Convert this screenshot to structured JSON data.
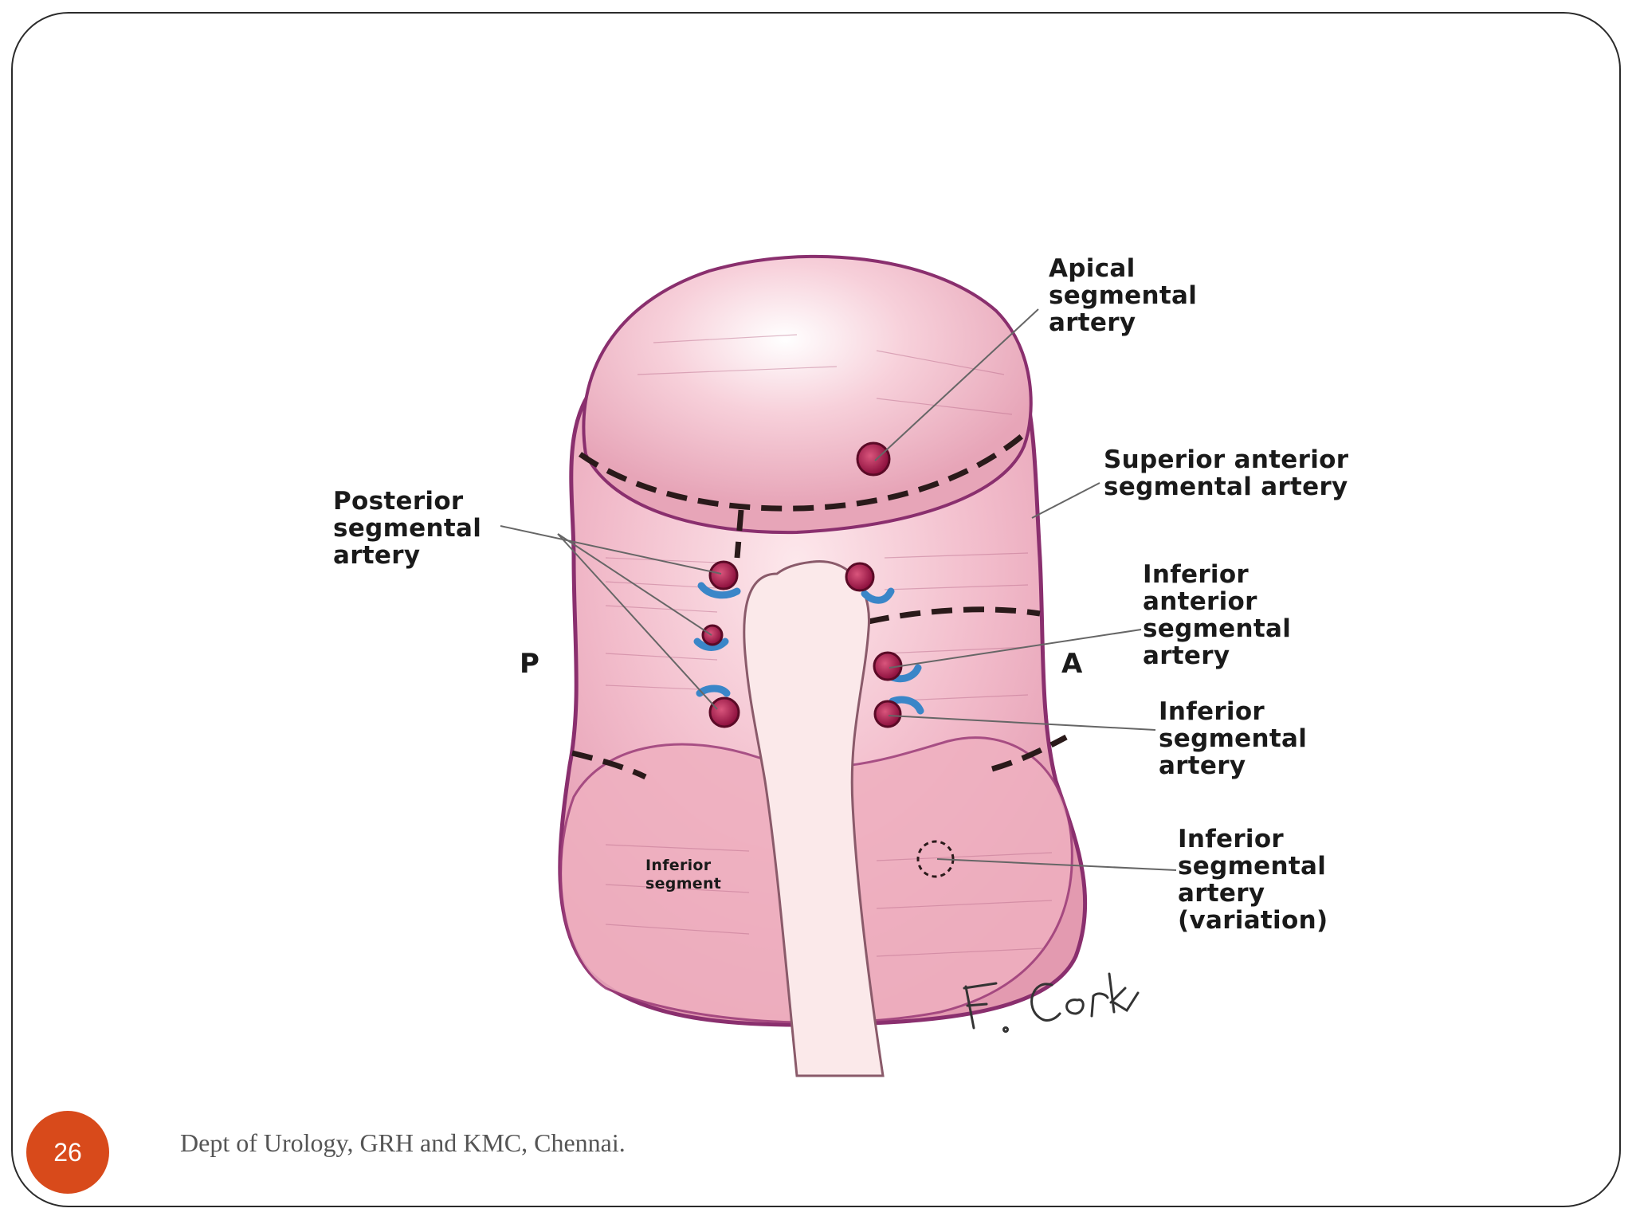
{
  "labels": {
    "apical": "Apical\nsegmental\nartery",
    "superior_anterior": "Superior anterior\nsegmental artery",
    "posterior": "Posterior\nsegmental\nartery",
    "inferior_anterior": "Inferior\nanterior\nsegmental\nartery",
    "inferior_segmental": "Inferior\nsegmental\nartery",
    "inferior_variation": "Inferior\nsegmental\nartery\n(variation)",
    "inferior_segment": "Inferior\nsegment",
    "posterior_marker": "P",
    "anterior_marker": "A"
  },
  "signature": "F. Cork",
  "footer": {
    "page_number": "26",
    "text": "Dept of Urology, GRH and KMC, Chennai."
  },
  "colors": {
    "kidney_fill": "#f0b7c4",
    "kidney_outline": "#8a2f6e",
    "ureter": "#fbe9ea",
    "artery": "#a6174a",
    "vein": "#3a86c8",
    "page_badge": "#d84a1b"
  }
}
